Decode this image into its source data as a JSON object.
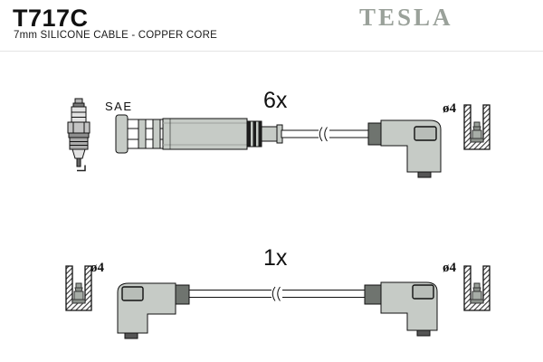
{
  "header": {
    "part_number": "T717C",
    "subtitle": "7mm SILICONE CABLE - COPPER CORE",
    "brand_logo": "TESLA"
  },
  "top_assembly": {
    "quantity": "6x",
    "spark_plug_label": "SAE",
    "terminal_diameter": "ø4"
  },
  "bottom_assembly": {
    "quantity": "1x",
    "terminal_diameter_left": "ø4",
    "terminal_diameter_right": "ø4"
  },
  "icons": {
    "spark_plug": "spark-plug-icon",
    "terminal_socket": "terminal-socket-cross-section-icon",
    "cable_break": "cable-break-symbol"
  },
  "colors": {
    "brand_gray": "#9aa19a",
    "part_fill": "#c6cbc6",
    "part_outline": "#111111",
    "sleeve_gray": "#6f746f",
    "window_fill": "#b8bdb8",
    "rib_dark": "#1e1e1e",
    "divider": "#e4e4e4",
    "background": "#ffffff"
  }
}
